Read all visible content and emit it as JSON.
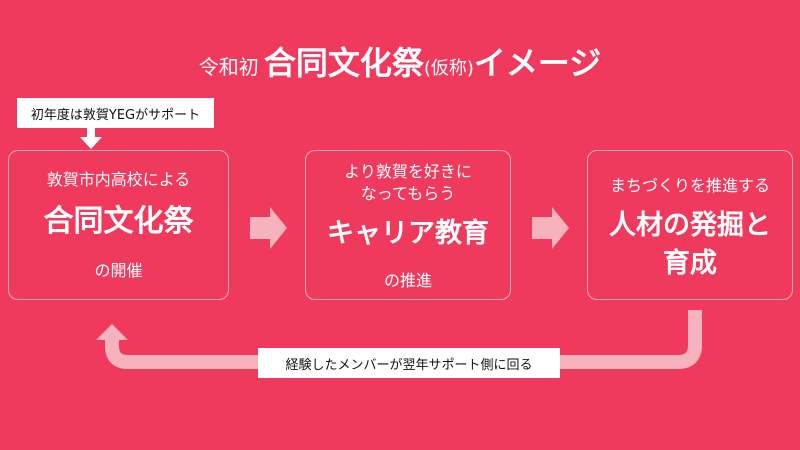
{
  "title": {
    "prefix": "令和初",
    "main": "合同文化祭",
    "paren": "(仮称)",
    "suffix": "イメージ"
  },
  "top_note": "初年度は敦賀YEGがサポート",
  "boxes": [
    {
      "line1": "敦賀市内高校による",
      "main": "合同文化祭",
      "line3": "の開催"
    },
    {
      "line1": "より敦賀を好きに",
      "line2": "なってもらう",
      "main": "キャリア教育",
      "line3": "の推進"
    },
    {
      "line1": "まちづくりを推進する",
      "main": "人材の発掘と",
      "main2": "育成"
    }
  ],
  "bottom_note": "経験したメンバーが翌年サポート側に回る",
  "colors": {
    "background": "#EF3A5D",
    "arrow": "#F6B3BE",
    "border": "#F7A9B8"
  }
}
